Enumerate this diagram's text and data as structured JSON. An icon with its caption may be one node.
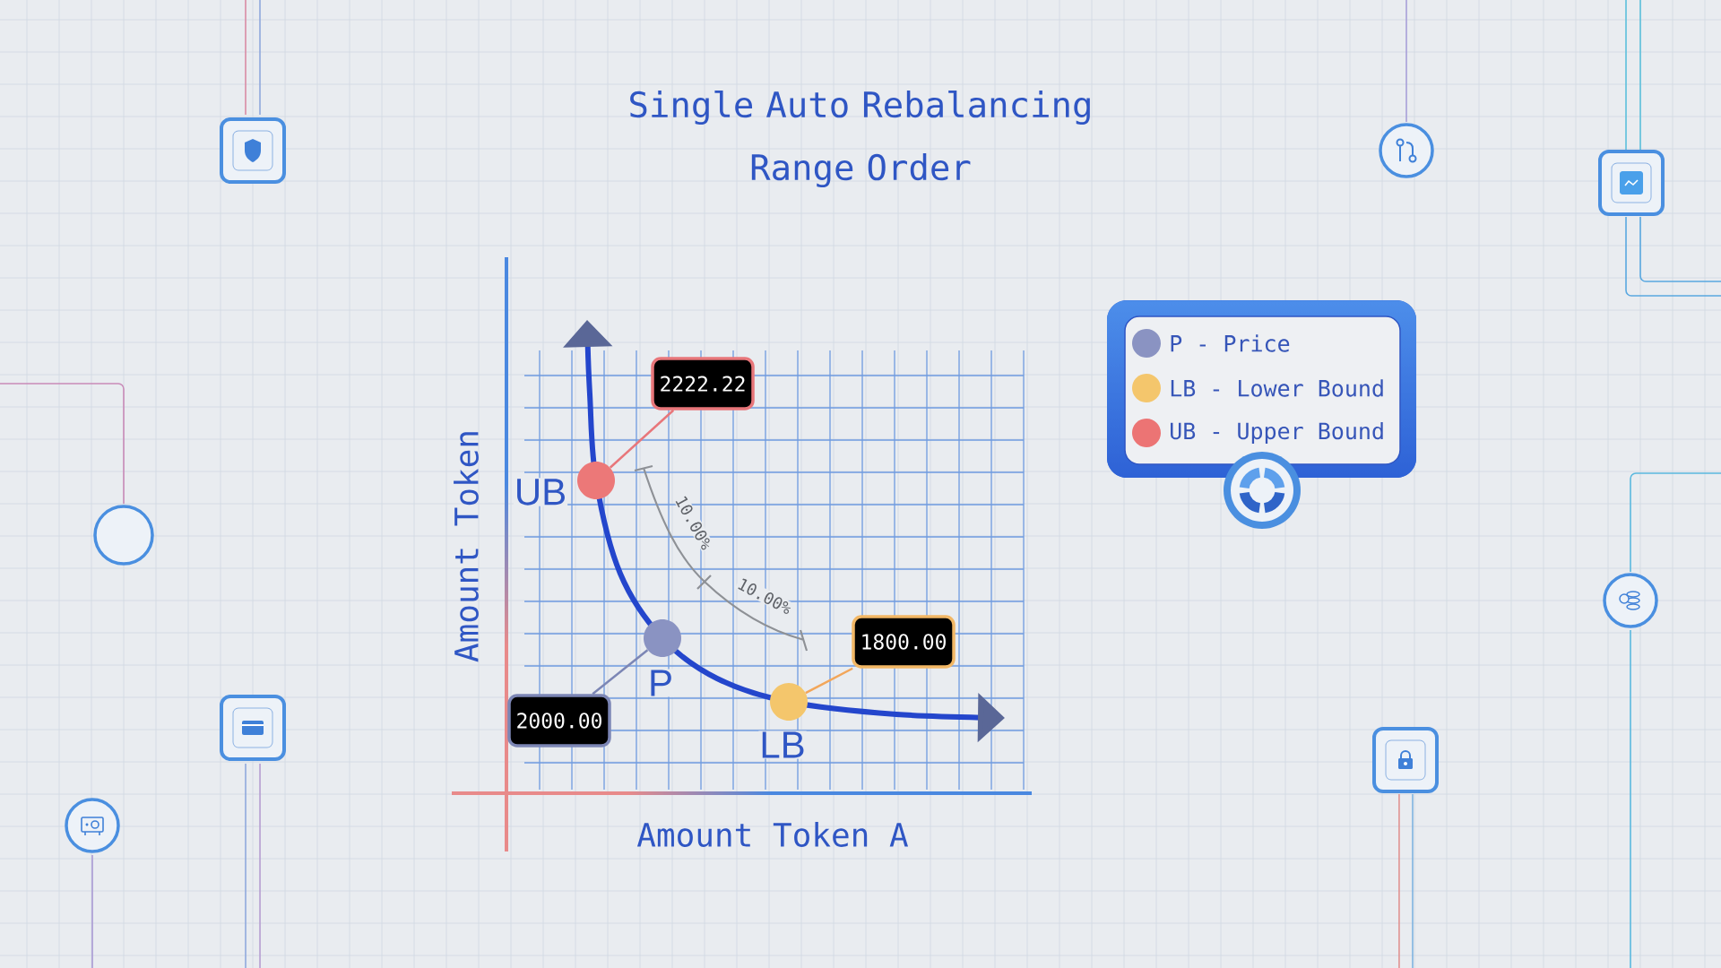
{
  "diagram": {
    "title": "Single Auto Rebalancing Range Order",
    "nodes": [
      {
        "text": [
          "2222.22"
        ]
      },
      {
        "text": [],
        "shape": "circle",
        "beside": [
          "UB"
        ]
      },
      {
        "text": [
          "1800.00"
        ]
      },
      {
        "text": [],
        "shape": "circle",
        "beside": [
          "P"
        ]
      },
      {
        "text": [],
        "shape": "circle",
        "beside": [
          "LB"
        ]
      },
      {
        "text": [
          "2000.00"
        ]
      }
    ],
    "edges": [
      {
        "from": 0,
        "to": 1,
        "arrow": "none",
        "color": "#e8767a"
      },
      {
        "from": 5,
        "to": 3,
        "arrow": "none",
        "color": "#7c86b5"
      },
      {
        "from": 2,
        "to": 4,
        "arrow": "none",
        "color": "#f2a65a"
      }
    ],
    "labels": [
      "Amount Token",
      "Amount Token A",
      "10.00%",
      "10.00%"
    ],
    "legend": [
      {
        "text": "P - Price",
        "color": "#8a93c2"
      },
      {
        "text": "LB - Lower Bound",
        "color": "#f4c66c"
      },
      {
        "text": "UB - Upper Bound",
        "color": "#ec7474"
      }
    ]
  }
}
